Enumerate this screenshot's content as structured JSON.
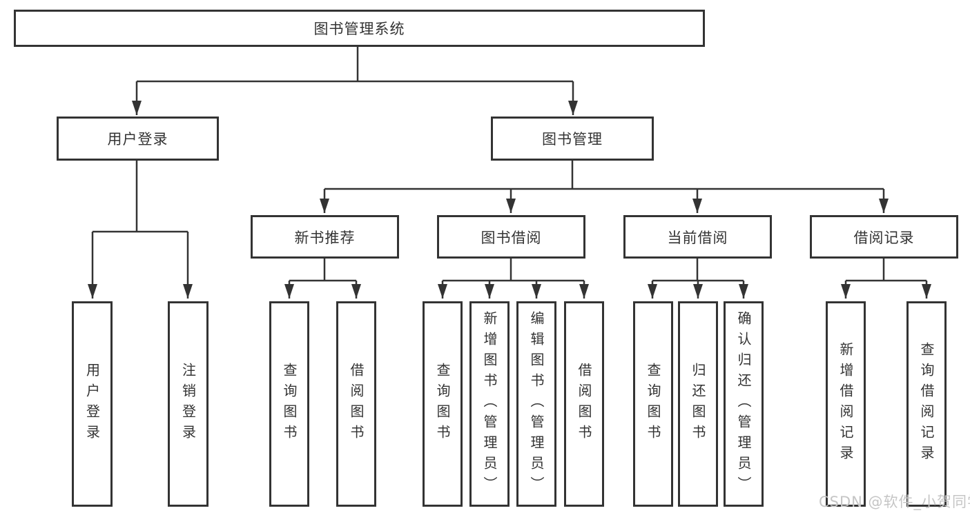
{
  "page": {
    "background": "#ffffff"
  },
  "colors": {
    "line": "#333333",
    "box_border": "#333333",
    "text": "#333333",
    "watermark": "#c5c5c5"
  },
  "tree": {
    "root": {
      "label": "图书管理系统"
    },
    "user_login": {
      "label": "用户登录",
      "children": [
        {
          "label": "用户登录"
        },
        {
          "label": "注销登录"
        }
      ]
    },
    "book_management": {
      "label": "图书管理",
      "groups": [
        {
          "label": "新书推荐",
          "children": [
            {
              "label": "查询图书"
            },
            {
              "label": "借阅图书"
            }
          ]
        },
        {
          "label": "图书借阅",
          "children": [
            {
              "label": "查询图书"
            },
            {
              "label": "新增图书（管理员）"
            },
            {
              "label": "编辑图书（管理员）"
            },
            {
              "label": "借阅图书"
            }
          ]
        },
        {
          "label": "当前借阅",
          "children": [
            {
              "label": "查询图书"
            },
            {
              "label": "归还图书"
            },
            {
              "label": "确认归还（管理员）"
            }
          ]
        },
        {
          "label": "借阅记录",
          "children": [
            {
              "label": "新增借阅记录"
            },
            {
              "label": "查询借阅记录"
            }
          ]
        }
      ]
    }
  },
  "watermark": {
    "text": "CSDN @软件_小贺同学"
  }
}
